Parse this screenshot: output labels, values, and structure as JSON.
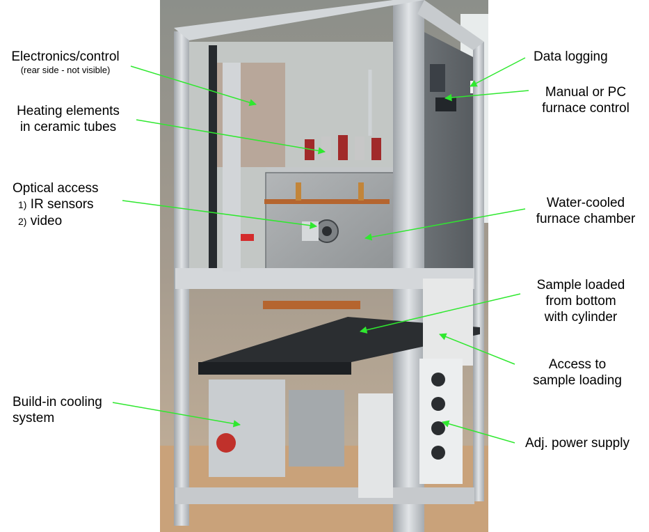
{
  "labels": {
    "electronics": {
      "line1": "Electronics/control",
      "line2": "(rear side - not visible)"
    },
    "heating": {
      "line1": "Heating elements",
      "line2": "in ceramic tubes"
    },
    "optical": {
      "line1": "Optical access",
      "n1": "1)",
      "t1": "IR sensors",
      "n2": "2)",
      "t2": "video"
    },
    "cooling": {
      "line1": "Build-in cooling",
      "line2": "system"
    },
    "datalogging": {
      "line1": "Data logging"
    },
    "control": {
      "line1": "Manual or PC",
      "line2": "furnace control"
    },
    "chamber": {
      "line1": "Water-cooled",
      "line2": "furnace chamber"
    },
    "sample": {
      "line1": "Sample loaded",
      "line2": "from bottom",
      "line3": "with cylinder"
    },
    "access": {
      "line1": "Access to",
      "line2": "sample loading"
    },
    "power": {
      "line1": "Adj. power supply"
    }
  },
  "colors": {
    "arrow": "#2fe82f",
    "frame": "#c9cdd1",
    "chamber": "#9ea2a6",
    "background": "#ffffff"
  }
}
